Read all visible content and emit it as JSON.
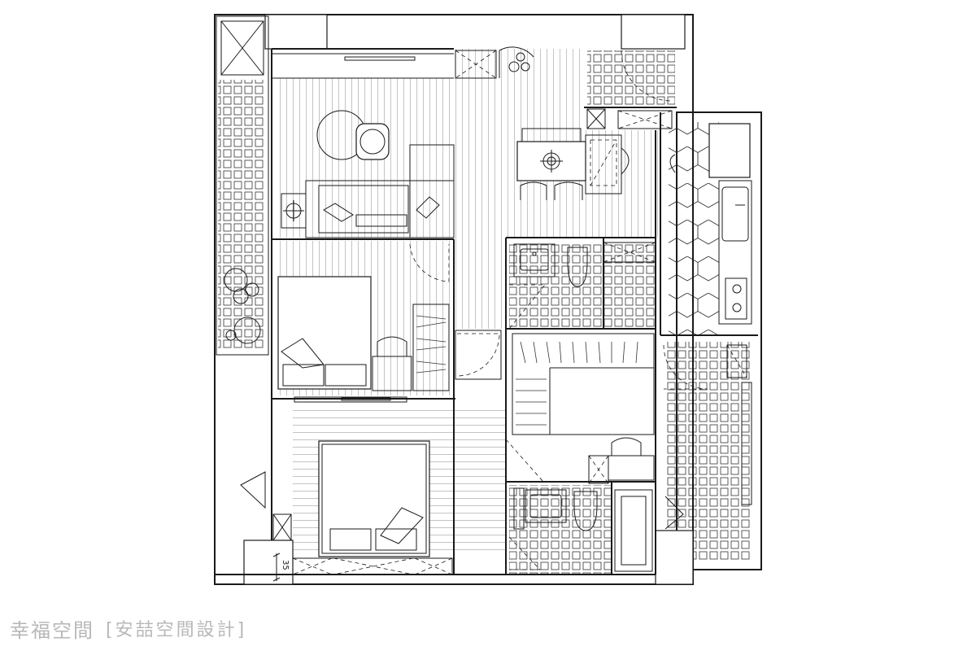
{
  "plan": {
    "dimension_label": "35",
    "line_color": "#1a1a1a"
  },
  "watermark": {
    "brand": "幸福空間",
    "credit": "[安喆空間設計]",
    "color": "#b8b8b8"
  }
}
